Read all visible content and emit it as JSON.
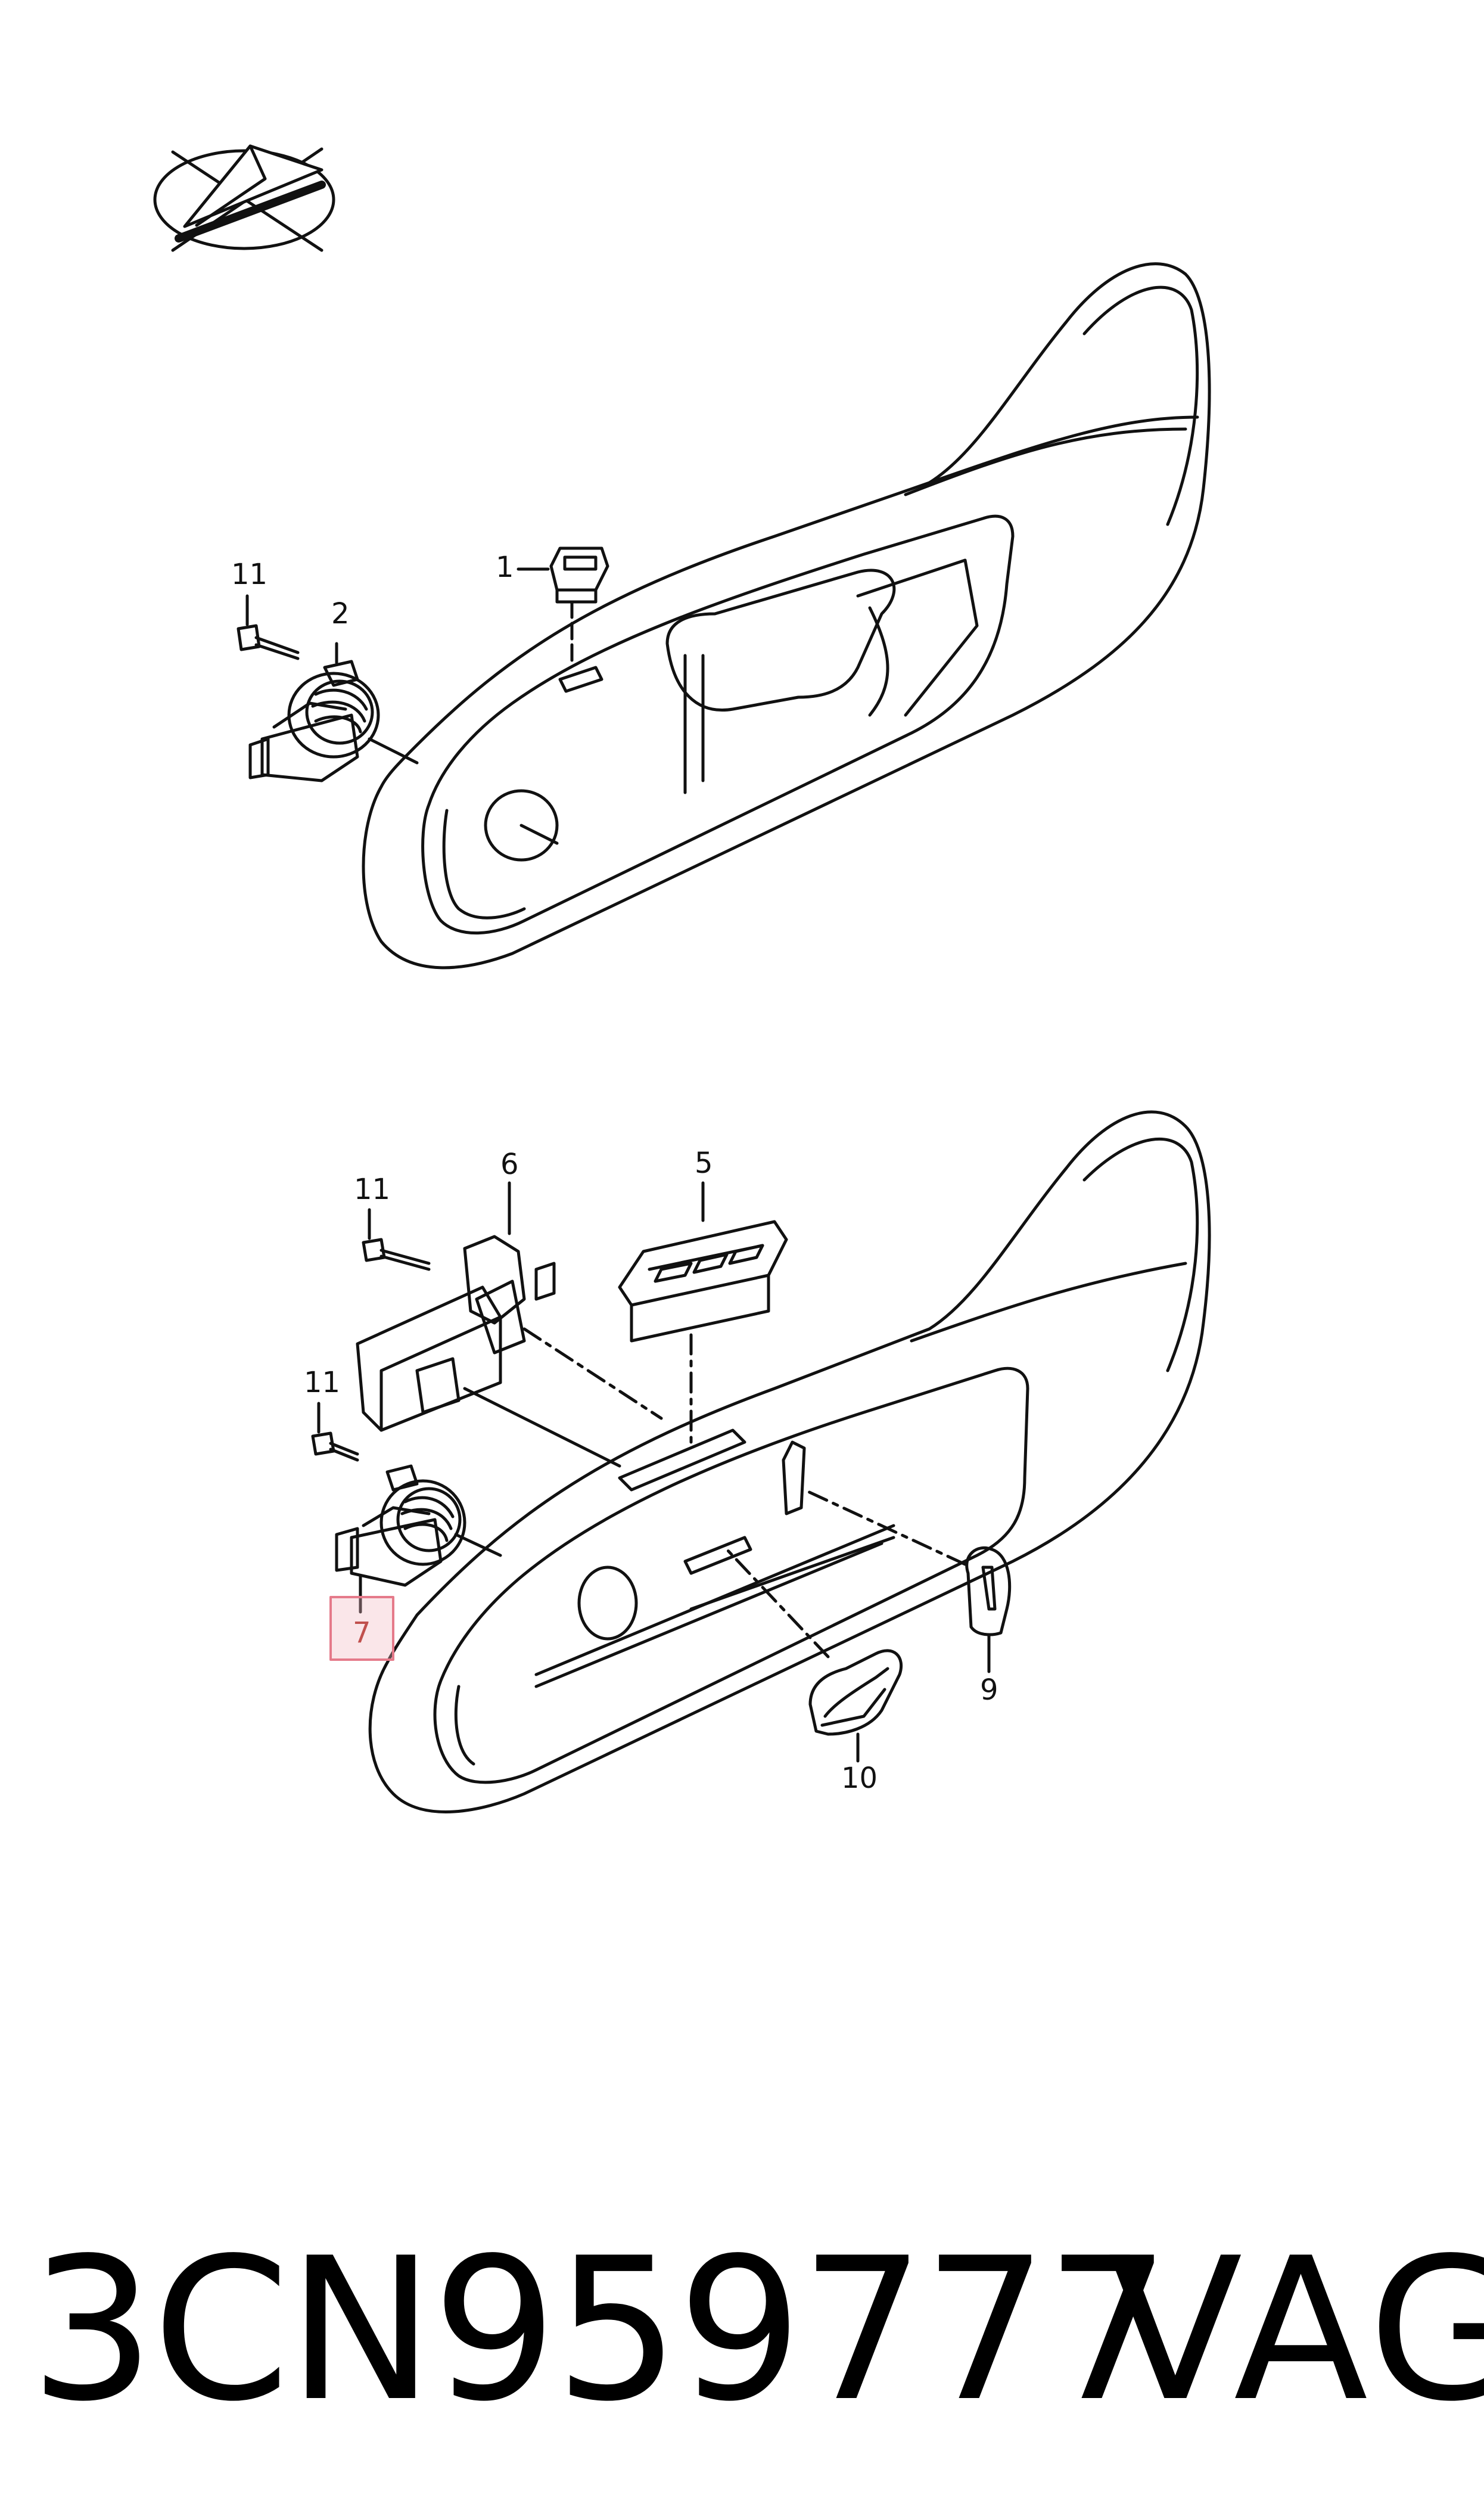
{
  "diagram": {
    "callouts": [
      {
        "id": "top-1",
        "text": "1"
      },
      {
        "id": "top-2",
        "text": "2"
      },
      {
        "id": "top-11",
        "text": "11"
      },
      {
        "id": "bot-5",
        "text": "5"
      },
      {
        "id": "bot-6",
        "text": "6"
      },
      {
        "id": "bot-11a",
        "text": "11"
      },
      {
        "id": "bot-11b",
        "text": "11"
      },
      {
        "id": "bot-7",
        "text": "7",
        "highlighted": true
      },
      {
        "id": "bot-9",
        "text": "9"
      },
      {
        "id": "bot-10",
        "text": "10"
      }
    ],
    "highlight_color": "#f2b8c0"
  },
  "footer": {
    "part_number": "3CN959777",
    "brand": "VAG"
  }
}
